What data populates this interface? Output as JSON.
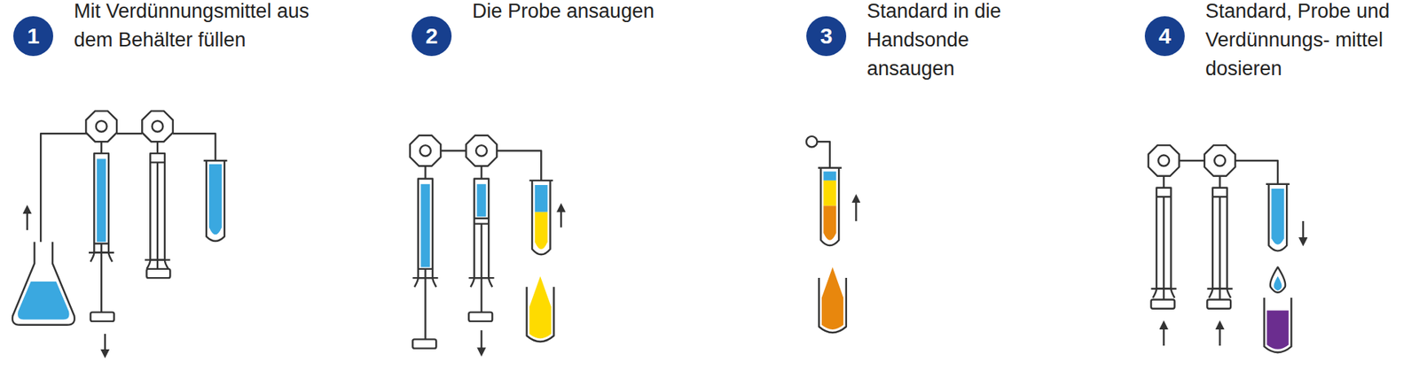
{
  "diagram": {
    "nodes": [
      {
        "text": [
          "1",
          "Mit Verdünnungsmittel aus dem Behälter füllen"
        ]
      },
      {
        "text": [
          "2",
          "Die Probe ansaugen"
        ]
      },
      {
        "text": [
          "3",
          "Standard in die Handsonde ansaugen"
        ]
      },
      {
        "text": [
          "4",
          "Standard, Probe und Verdünnungs- mittel dosieren"
        ]
      }
    ]
  }
}
